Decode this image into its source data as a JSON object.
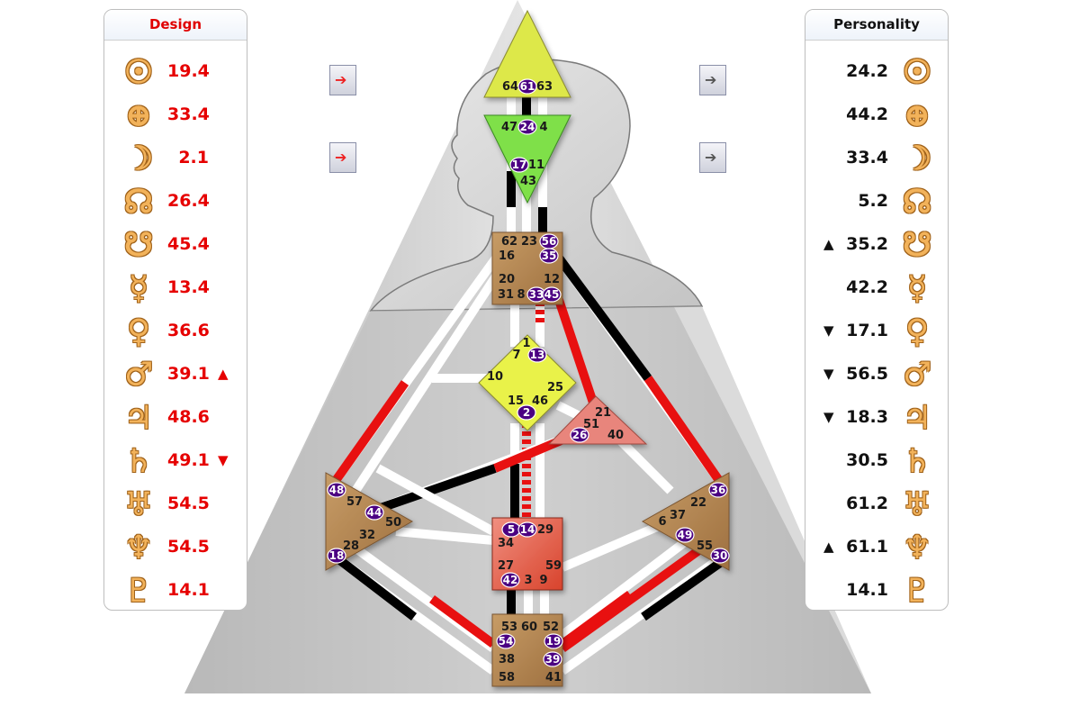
{
  "design": {
    "title": "Design",
    "color": "#e60000",
    "rows": [
      {
        "planet": "sun-icon",
        "glyph": "☉",
        "value": "19.4",
        "arrow": ""
      },
      {
        "planet": "earth-icon",
        "glyph": "⊕",
        "value": "33.4",
        "arrow": ""
      },
      {
        "planet": "moon-icon",
        "glyph": "☽",
        "value": "2.1",
        "arrow": ""
      },
      {
        "planet": "north-node-icon",
        "glyph": "☊",
        "value": "26.4",
        "arrow": ""
      },
      {
        "planet": "south-node-icon",
        "glyph": "☋",
        "value": "45.4",
        "arrow": ""
      },
      {
        "planet": "mercury-icon",
        "glyph": "☿",
        "value": "13.4",
        "arrow": ""
      },
      {
        "planet": "venus-icon",
        "glyph": "♀",
        "value": "36.6",
        "arrow": ""
      },
      {
        "planet": "mars-icon",
        "glyph": "♂",
        "value": "39.1",
        "arrow": "▲"
      },
      {
        "planet": "jupiter-icon",
        "glyph": "♃",
        "value": "48.6",
        "arrow": ""
      },
      {
        "planet": "saturn-icon",
        "glyph": "♄",
        "value": "49.1",
        "arrow": "▼"
      },
      {
        "planet": "uranus-icon",
        "glyph": "♅",
        "value": "54.5",
        "arrow": ""
      },
      {
        "planet": "neptune-icon",
        "glyph": "♆",
        "value": "54.5",
        "arrow": ""
      },
      {
        "planet": "pluto-icon",
        "glyph": "♇",
        "value": "14.1",
        "arrow": ""
      }
    ]
  },
  "personality": {
    "title": "Personality",
    "color": "#111111",
    "rows": [
      {
        "planet": "sun-icon",
        "glyph": "☉",
        "value": "24.2",
        "arrow": ""
      },
      {
        "planet": "earth-icon",
        "glyph": "⊕",
        "value": "44.2",
        "arrow": ""
      },
      {
        "planet": "moon-icon",
        "glyph": "☽",
        "value": "33.4",
        "arrow": ""
      },
      {
        "planet": "north-node-icon",
        "glyph": "☊",
        "value": "5.2",
        "arrow": ""
      },
      {
        "planet": "south-node-icon",
        "glyph": "☋",
        "value": "35.2",
        "arrow": "▲"
      },
      {
        "planet": "mercury-icon",
        "glyph": "☿",
        "value": "42.2",
        "arrow": ""
      },
      {
        "planet": "venus-icon",
        "glyph": "♀",
        "value": "17.1",
        "arrow": "▼"
      },
      {
        "planet": "mars-icon",
        "glyph": "♂",
        "value": "56.5",
        "arrow": "▼"
      },
      {
        "planet": "jupiter-icon",
        "glyph": "♃",
        "value": "18.3",
        "arrow": "▼"
      },
      {
        "planet": "saturn-icon",
        "glyph": "♄",
        "value": "30.5",
        "arrow": ""
      },
      {
        "planet": "uranus-icon",
        "glyph": "♅",
        "value": "61.2",
        "arrow": ""
      },
      {
        "planet": "neptune-icon",
        "glyph": "♆",
        "value": "61.1",
        "arrow": "▲"
      },
      {
        "planet": "pluto-icon",
        "glyph": "♇",
        "value": "14.1",
        "arrow": ""
      }
    ]
  },
  "nav": {
    "design_arrow": "➔",
    "personality_arrow": "➔"
  },
  "colors": {
    "design": "#ee1111",
    "personality": "#111111",
    "activation": "#4b0082",
    "head": "#dde84a",
    "ajna": "#7fe04a",
    "throat": "#b58a55",
    "g_center": "#e9f24a",
    "ego": "#e8857c",
    "spleen": "#b58a55",
    "sacral": "#e8604a",
    "solar_plexus": "#b58a55",
    "root": "#b58a55"
  },
  "centers": {
    "head": {
      "gates": [
        "64",
        "61",
        "63"
      ],
      "active": [
        "61"
      ]
    },
    "ajna": {
      "gates": [
        "47",
        "24",
        "4",
        "17",
        "11",
        "43"
      ],
      "active": [
        "24",
        "17"
      ]
    },
    "throat": {
      "gates": [
        "62",
        "23",
        "56",
        "16",
        "35",
        "20",
        "12",
        "31",
        "8",
        "33",
        "45"
      ],
      "active": [
        "56",
        "35",
        "33",
        "45"
      ]
    },
    "g": {
      "gates": [
        "1",
        "7",
        "13",
        "10",
        "25",
        "15",
        "46",
        "2"
      ],
      "active": [
        "13",
        "2"
      ]
    },
    "ego": {
      "gates": [
        "21",
        "51",
        "26",
        "40"
      ],
      "active": [
        "26"
      ]
    },
    "spleen": {
      "gates": [
        "48",
        "57",
        "44",
        "50",
        "32",
        "28",
        "18"
      ],
      "active": [
        "48",
        "44",
        "18"
      ]
    },
    "sacral": {
      "gates": [
        "5",
        "14",
        "29",
        "34",
        "27",
        "59",
        "42",
        "3",
        "9"
      ],
      "active": [
        "5",
        "14",
        "42"
      ]
    },
    "solar_plexus": {
      "gates": [
        "36",
        "22",
        "37",
        "6",
        "49",
        "55",
        "30"
      ],
      "active": [
        "36",
        "49",
        "30"
      ]
    },
    "root": {
      "gates": [
        "53",
        "60",
        "52",
        "54",
        "19",
        "38",
        "39",
        "58",
        "41"
      ],
      "active": [
        "54",
        "19",
        "39"
      ]
    }
  }
}
